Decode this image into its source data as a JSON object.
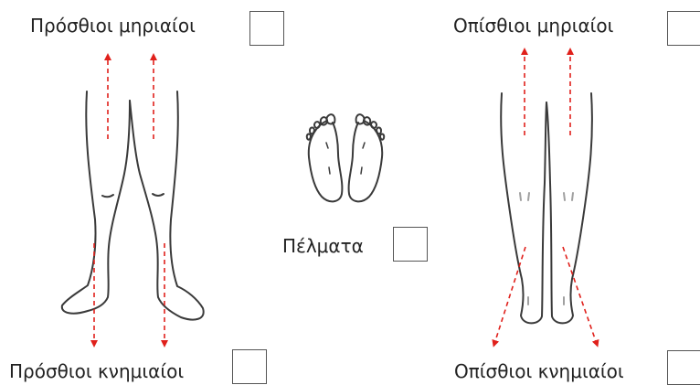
{
  "labels": {
    "anterior_thighs": "Πρόσθιοι μηριαίοι",
    "posterior_thighs": "Οπίσθιοι μηριαίοι",
    "soles": "Πέλματα",
    "anterior_shins": "Πρόσθιοι κνημιαίοι",
    "posterior_shins": "Οπίσθιοι κνημιαίοι"
  },
  "checkboxes": {
    "anterior_thighs": false,
    "posterior_thighs": false,
    "soles": false,
    "anterior_shins": false,
    "posterior_shins": false
  },
  "colors": {
    "outline": "#3a3a3a",
    "arrow": "#e0201b",
    "detail": "#a0a0a0"
  }
}
